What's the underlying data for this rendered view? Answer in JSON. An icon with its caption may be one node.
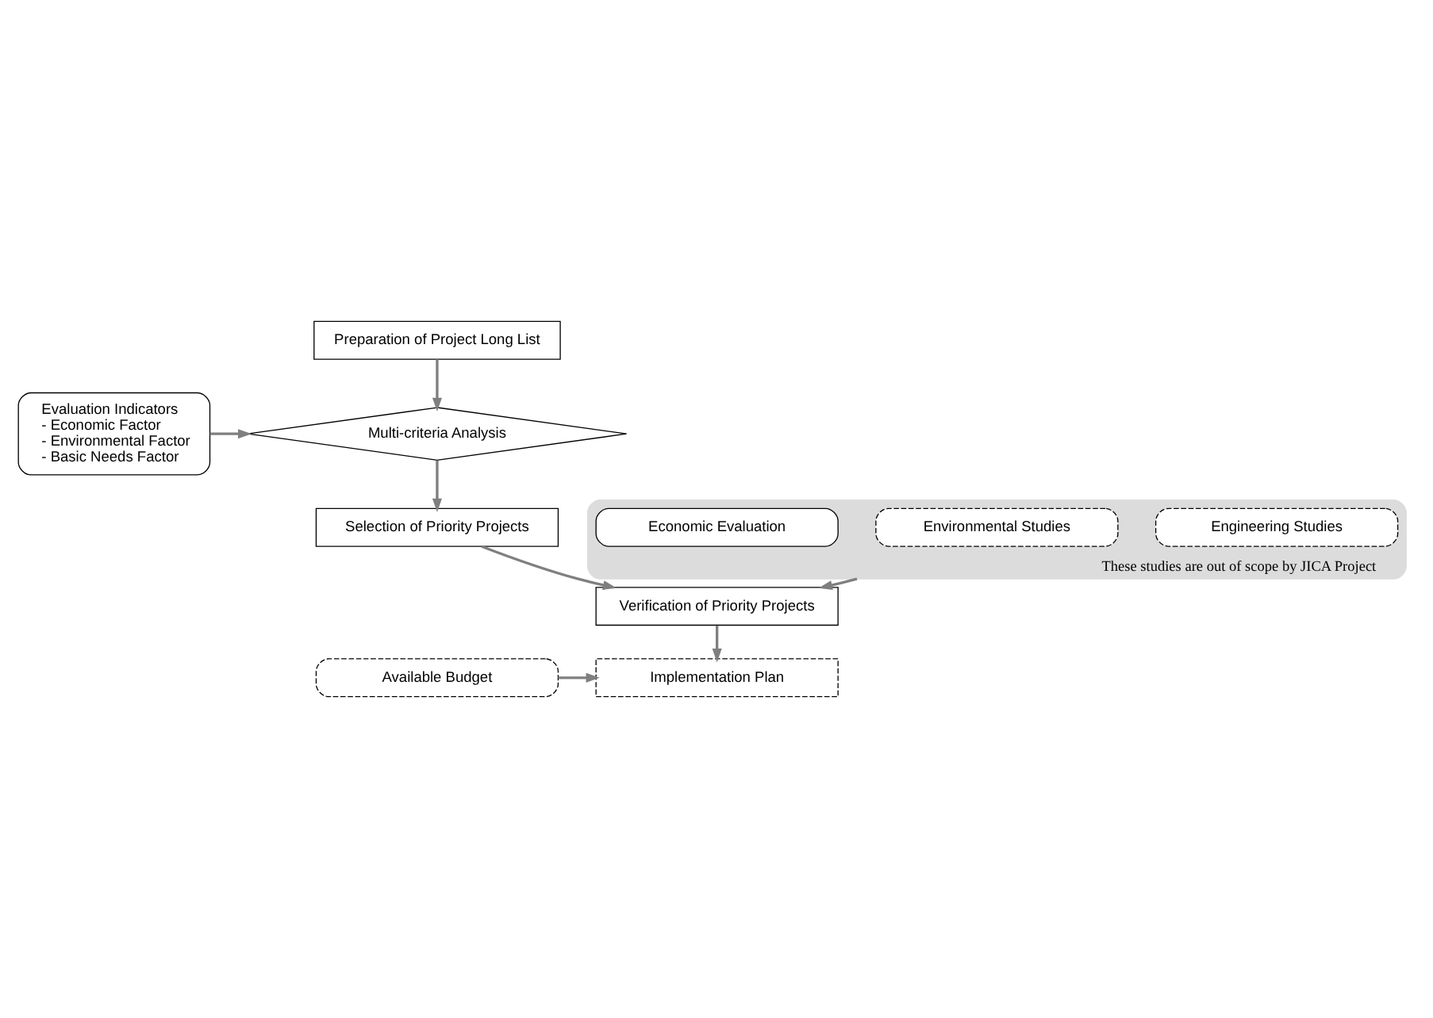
{
  "diagram": {
    "nodes": [
      {
        "text": [
          "Preparation of Project Long List"
        ]
      },
      {
        "text": [
          "Multi-criteria Analysis"
        ]
      },
      {
        "text": [
          "Evaluation Indicators",
          "- Economic Factor",
          "- Environmental Factor",
          "- Basic Needs Factor"
        ]
      },
      {
        "text": [
          "Selection of Priority Projects"
        ]
      },
      {
        "text": [
          "These studies are out of scope by JICA Project"
        ]
      },
      {
        "text": [
          "Engineering Studies"
        ],
        "in": 4
      },
      {
        "text": [
          "Environmental Studies"
        ],
        "in": 4
      },
      {
        "text": [
          "Economic Evaluation"
        ],
        "in": 4
      },
      {
        "text": [
          "Verification of Priority Projects"
        ]
      },
      {
        "text": [
          "Implementation Plan"
        ]
      },
      {
        "text": [
          "Available Budget"
        ]
      }
    ],
    "edges": [
      {
        "from": 0,
        "to": 1,
        "arrow": "to"
      },
      {
        "from": 2,
        "to": 1,
        "arrow": "to"
      },
      {
        "from": 1,
        "to": 3,
        "arrow": "to"
      },
      {
        "from": 3,
        "to": 8,
        "arrow": "to"
      },
      {
        "from": 4,
        "to": 8,
        "arrow": "to"
      },
      {
        "from": 8,
        "to": 9,
        "arrow": "to"
      },
      {
        "from": 10,
        "to": 9,
        "arrow": "to"
      }
    ]
  }
}
